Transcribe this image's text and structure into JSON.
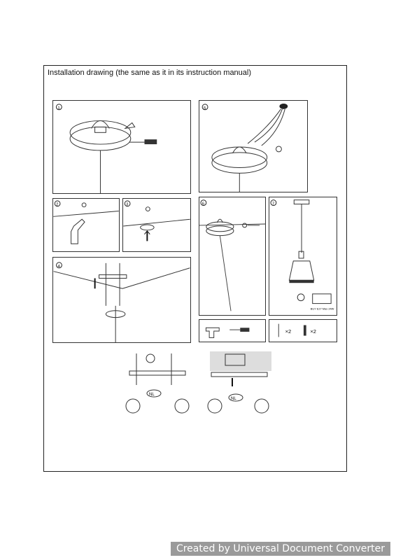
{
  "document": {
    "title": "Installation drawing (the same as it in its instruction manual)"
  },
  "steps": [
    {
      "number": "1",
      "icon": "screwdriver-canopy-icon"
    },
    {
      "number": "5",
      "icon": "wire-connection-icon"
    },
    {
      "number": "2",
      "icon": "drill-ceiling-icon"
    },
    {
      "number": "3",
      "icon": "anchor-insert-icon"
    },
    {
      "number": "4",
      "icon": "mounting-bar-icon"
    },
    {
      "number": "6",
      "icon": "canopy-fix-icon"
    },
    {
      "number": "7",
      "icon": "pendant-shade-icon"
    }
  ],
  "tools": {
    "qty_screws": "×2",
    "qty_anchors": "×2",
    "bulb_label": "BUY E27 Max 24W"
  },
  "earth_labels": {
    "left": "NL",
    "right": "NL"
  },
  "watermark": {
    "text": "Created by Universal Document Converter"
  }
}
